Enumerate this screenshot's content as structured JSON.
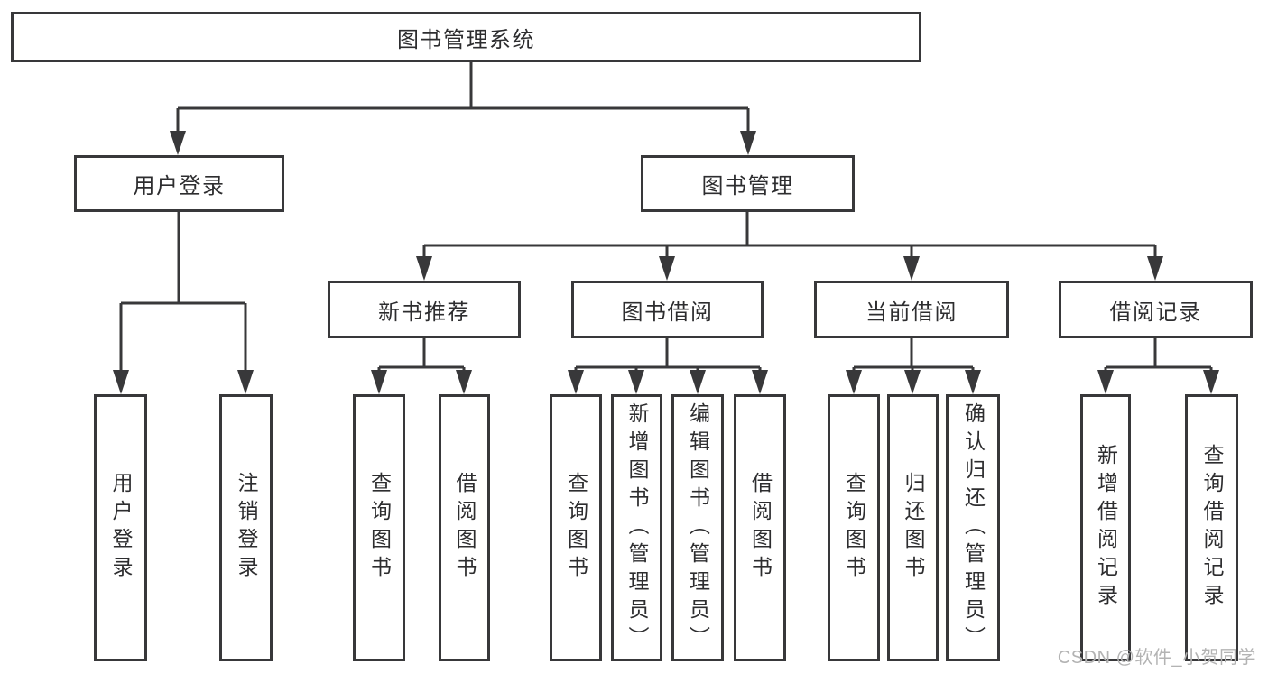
{
  "diagram": {
    "tree": {
      "label": "图书管理系统",
      "children": [
        {
          "label": "用户登录",
          "children": [
            {
              "label": "用户登录"
            },
            {
              "label": "注销登录"
            }
          ]
        },
        {
          "label": "图书管理",
          "children": [
            {
              "label": "新书推荐",
              "children": [
                {
                  "label": "查询图书"
                },
                {
                  "label": "借阅图书"
                }
              ]
            },
            {
              "label": "图书借阅",
              "children": [
                {
                  "label": "查询图书"
                },
                {
                  "label": "新增图书（管理员）"
                },
                {
                  "label": "编辑图书（管理员）"
                },
                {
                  "label": "借阅图书"
                }
              ]
            },
            {
              "label": "当前借阅",
              "children": [
                {
                  "label": "查询图书"
                },
                {
                  "label": "归还图书"
                },
                {
                  "label": "确认归还（管理员）"
                }
              ]
            },
            {
              "label": "借阅记录",
              "children": [
                {
                  "label": "新增借阅记录"
                },
                {
                  "label": "查询借阅记录"
                }
              ]
            }
          ]
        }
      ]
    },
    "watermark": {
      "text": "CSDN @软件_小贺同学"
    },
    "colors": {
      "line": "#38383a",
      "text": "#2d2d2f",
      "watermark": "#b3b3b3",
      "background": "#ffffff"
    }
  }
}
